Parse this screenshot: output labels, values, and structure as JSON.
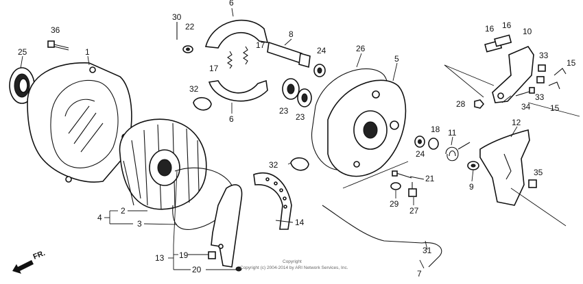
{
  "callouts": [
    {
      "id": "1",
      "text": "1"
    },
    {
      "id": "2",
      "text": "2"
    },
    {
      "id": "3",
      "text": "3"
    },
    {
      "id": "4",
      "text": "4"
    },
    {
      "id": "5",
      "text": "5"
    },
    {
      "id": "6a",
      "text": "6"
    },
    {
      "id": "6b",
      "text": "6"
    },
    {
      "id": "7",
      "text": "7"
    },
    {
      "id": "8",
      "text": "8"
    },
    {
      "id": "9",
      "text": "9"
    },
    {
      "id": "10",
      "text": "10"
    },
    {
      "id": "11",
      "text": "11"
    },
    {
      "id": "12",
      "text": "12"
    },
    {
      "id": "13",
      "text": "13"
    },
    {
      "id": "14",
      "text": "14"
    },
    {
      "id": "15a",
      "text": "15"
    },
    {
      "id": "15b",
      "text": "15"
    },
    {
      "id": "16a",
      "text": "16"
    },
    {
      "id": "16b",
      "text": "16"
    },
    {
      "id": "17a",
      "text": "17"
    },
    {
      "id": "17b",
      "text": "17"
    },
    {
      "id": "18",
      "text": "18"
    },
    {
      "id": "19",
      "text": "19"
    },
    {
      "id": "20",
      "text": "20"
    },
    {
      "id": "21",
      "text": "21"
    },
    {
      "id": "22",
      "text": "22"
    },
    {
      "id": "23a",
      "text": "23"
    },
    {
      "id": "23b",
      "text": "23"
    },
    {
      "id": "24a",
      "text": "24"
    },
    {
      "id": "24b",
      "text": "24"
    },
    {
      "id": "25",
      "text": "25"
    },
    {
      "id": "26",
      "text": "26"
    },
    {
      "id": "27",
      "text": "27"
    },
    {
      "id": "28",
      "text": "28"
    },
    {
      "id": "29",
      "text": "29"
    },
    {
      "id": "30",
      "text": "30"
    },
    {
      "id": "31",
      "text": "31"
    },
    {
      "id": "32a",
      "text": "32"
    },
    {
      "id": "32b",
      "text": "32"
    },
    {
      "id": "33a",
      "text": "33"
    },
    {
      "id": "33b",
      "text": "33"
    },
    {
      "id": "34",
      "text": "34"
    },
    {
      "id": "35",
      "text": "35"
    },
    {
      "id": "36",
      "text": "36"
    }
  ],
  "direction_label": "FR.",
  "copyright": {
    "line1": "Copyright",
    "line2": "Copyright (c) 2004-2014 by ARI Network Services, Inc."
  }
}
